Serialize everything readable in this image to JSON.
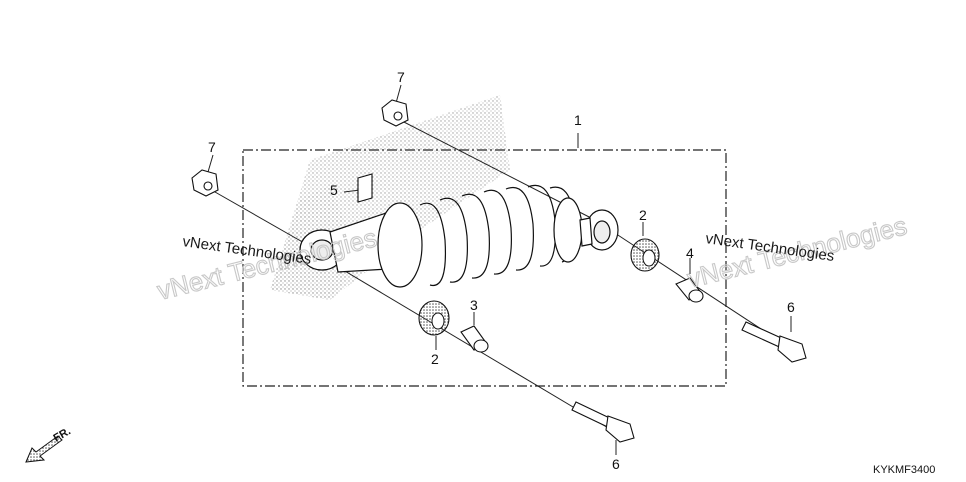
{
  "diagram": {
    "parts": [
      {
        "id": "p1",
        "callout": "1",
        "icon": "rear-shock-absorber-icon"
      },
      {
        "id": "p2a",
        "callout": "2",
        "icon": "rubber-bushing-icon"
      },
      {
        "id": "p2b",
        "callout": "2",
        "icon": "rubber-bushing-icon"
      },
      {
        "id": "p3",
        "callout": "3",
        "icon": "collar-icon"
      },
      {
        "id": "p4",
        "callout": "4",
        "icon": "collar-icon"
      },
      {
        "id": "p5",
        "callout": "5",
        "icon": "label-icon"
      },
      {
        "id": "p6a",
        "callout": "6",
        "icon": "flange-bolt-icon"
      },
      {
        "id": "p6b",
        "callout": "6",
        "icon": "flange-bolt-icon"
      },
      {
        "id": "p7a",
        "callout": "7",
        "icon": "flange-nut-icon"
      },
      {
        "id": "p7b",
        "callout": "7",
        "icon": "flange-nut-icon"
      }
    ],
    "watermark": {
      "small_left": "vNext Technologies",
      "big_left": "vNext Technologies",
      "small_right": "vNext Technologies",
      "big_right": "vNext Technologies"
    },
    "front_arrow_label": "FR.",
    "diagram_code": "KYKMF3400"
  }
}
